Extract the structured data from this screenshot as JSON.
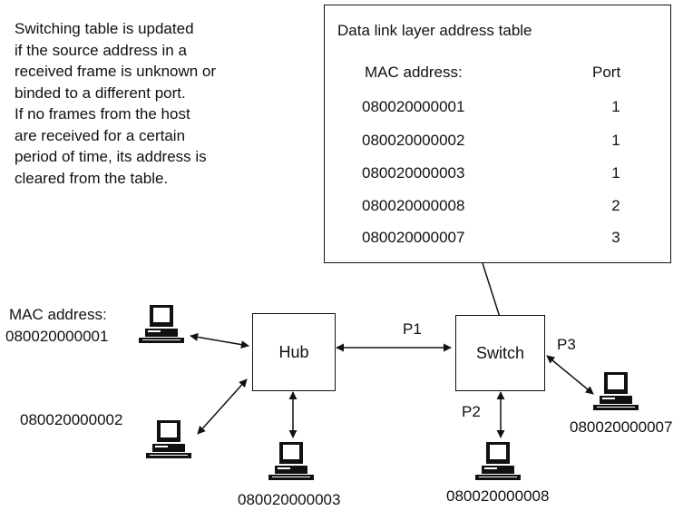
{
  "note_lines": [
    "Switching table is updated",
    "if the source address in a",
    "received frame is unknown or",
    "binded to a different port.",
    "If no frames from the host",
    "are received for a certain",
    "period of time, its address is",
    "cleared from the table."
  ],
  "table": {
    "title": "Data link layer address table",
    "header_mac": "MAC address:",
    "header_port": "Port",
    "rows": [
      {
        "mac": "080020000001",
        "port": "1"
      },
      {
        "mac": "080020000002",
        "port": "1"
      },
      {
        "mac": "080020000003",
        "port": "1"
      },
      {
        "mac": "080020000008",
        "port": "2"
      },
      {
        "mac": "080020000007",
        "port": "3"
      }
    ]
  },
  "devices": {
    "hub": "Hub",
    "switch": "Switch"
  },
  "ports": {
    "p1": "P1",
    "p2": "P2",
    "p3": "P3"
  },
  "hosts": {
    "host1_caption": "MAC address:",
    "host1_mac": "080020000001",
    "host2_mac": "080020000002",
    "host3_mac": "080020000003",
    "host8_mac": "080020000008",
    "host7_mac": "080020000007"
  }
}
